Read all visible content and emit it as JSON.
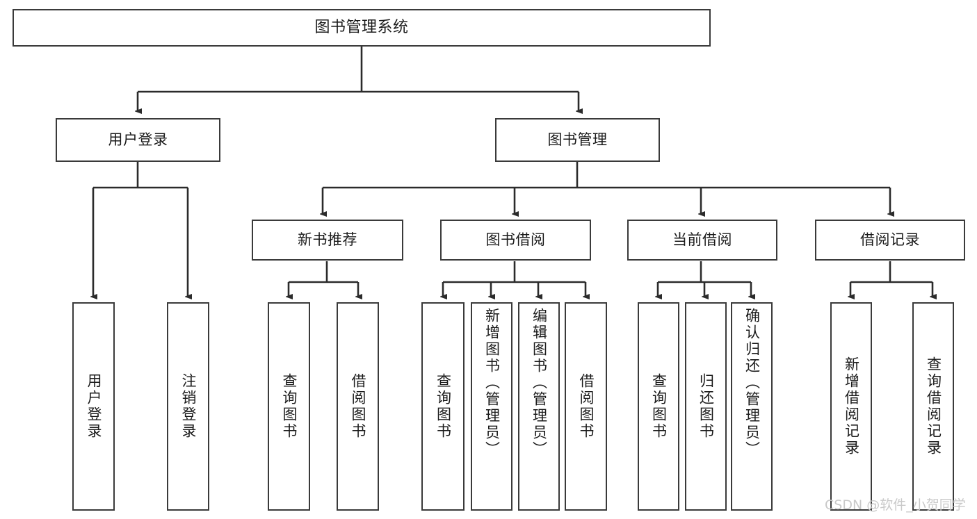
{
  "diagram": {
    "type": "tree",
    "title": "图书管理系统",
    "orientation": "top-down",
    "colors": {
      "box_border": "#3a3a3a",
      "box_fill": "#ffffff",
      "connector": "#2b2b2b",
      "text": "#1b1b1b",
      "watermark": "#c9c9c9",
      "background": "#ffffff"
    }
  },
  "root": {
    "label": "图书管理系统"
  },
  "level2": [
    {
      "label": "用户登录"
    },
    {
      "label": "图书管理"
    }
  ],
  "level3": [
    {
      "label": "新书推荐"
    },
    {
      "label": "图书借阅"
    },
    {
      "label": "当前借阅"
    },
    {
      "label": "借阅记录"
    }
  ],
  "leaves": {
    "user_login": [
      {
        "label": "用户登录"
      },
      {
        "label": "注销登录"
      }
    ],
    "new_book_recommend": [
      {
        "label": "查询图书"
      },
      {
        "label": "借阅图书"
      }
    ],
    "book_borrow": [
      {
        "label": "查询图书"
      },
      {
        "label": "新增图书（管理员）"
      },
      {
        "label": "编辑图书（管理员）"
      },
      {
        "label": "借阅图书"
      }
    ],
    "current_borrow": [
      {
        "label": "查询图书"
      },
      {
        "label": "归还图书"
      },
      {
        "label": "确认归还（管理员）"
      }
    ],
    "borrow_record": [
      {
        "label": "新增借阅记录"
      },
      {
        "label": "查询借阅记录"
      }
    ]
  },
  "watermark": {
    "text": "CSDN @软件_小贺同学"
  }
}
